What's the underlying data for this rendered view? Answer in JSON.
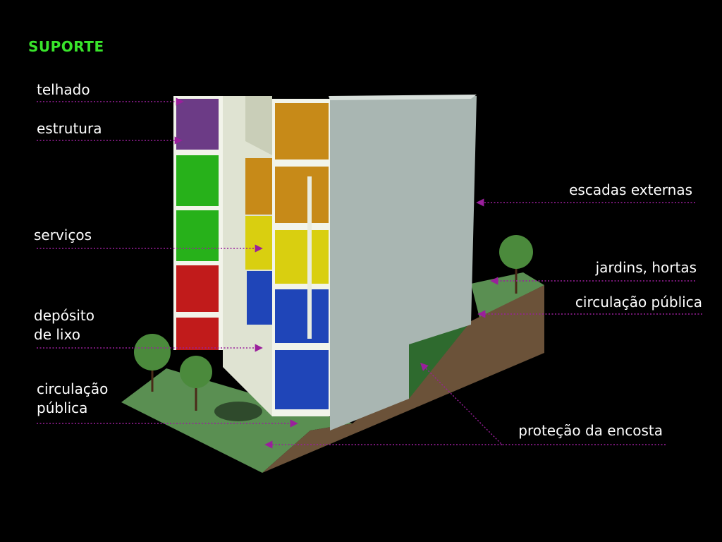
{
  "title": "SUPORTE",
  "title_color": "#39e52b",
  "leader_color": "#9a1f9c",
  "labels": {
    "telhado": "telhado",
    "estrutura": "estrutura",
    "servicos": "serviços",
    "deposito_1": "depósito",
    "deposito_2": "de lixo",
    "circ_left_1": "circulação",
    "circ_left_2": "pública",
    "escadas": "escadas externas",
    "jardins": "jardins, hortas",
    "circ_right": "circulação pública",
    "protecao": "proteção da encosta"
  },
  "floor_colors": {
    "roof": "#6c3b86",
    "green": "#27b11a",
    "red": "#c11b1b",
    "yellow": "#d9cf10",
    "blue": "#1f45b8",
    "orange": "#c78a18"
  }
}
